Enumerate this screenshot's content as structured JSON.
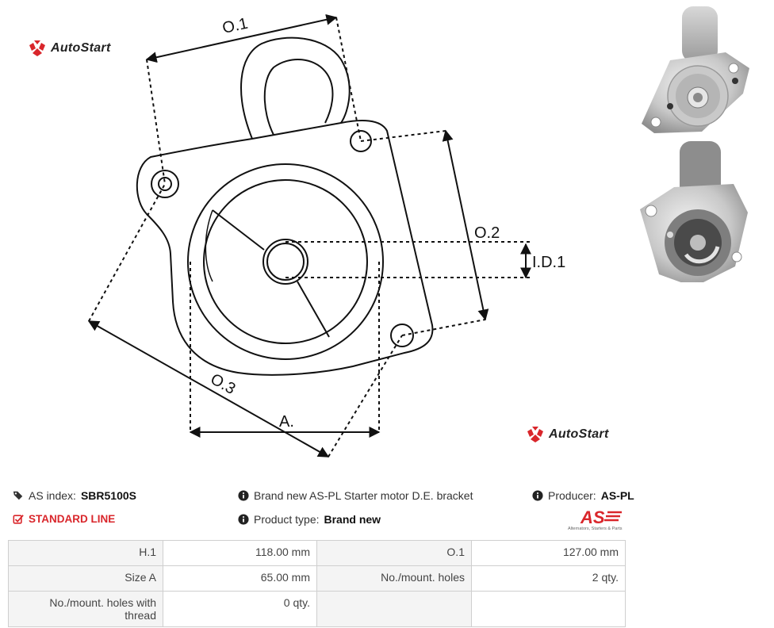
{
  "diagram": {
    "labels": {
      "o1": "O.1",
      "o2": "O.2",
      "o3": "O.3",
      "id1": "I.D.1",
      "a": "A."
    }
  },
  "brand": {
    "name": "AutoStart",
    "accent_color": "#d9262b"
  },
  "as_logo": {
    "mark": "AS",
    "tagline": "Alternators, Starters & Parts"
  },
  "info": {
    "as_index_label": "AS index:",
    "as_index_value": "SBR5100S",
    "description": "Brand new AS-PL Starter motor D.E. bracket",
    "producer_label": "Producer:",
    "producer_value": "AS-PL",
    "standard_line": "STANDARD LINE",
    "product_type_label": "Product type:",
    "product_type_value": "Brand new"
  },
  "specs": [
    {
      "k1": "H.1",
      "v1": "118.00 mm",
      "k2": "O.1",
      "v2": "127.00 mm"
    },
    {
      "k1": "Size A",
      "v1": "65.00 mm",
      "k2": "No./mount. holes",
      "v2": "2 qty."
    },
    {
      "k1": "No./mount. holes with thread",
      "v1": "0 qty.",
      "k2": "",
      "v2": ""
    }
  ]
}
